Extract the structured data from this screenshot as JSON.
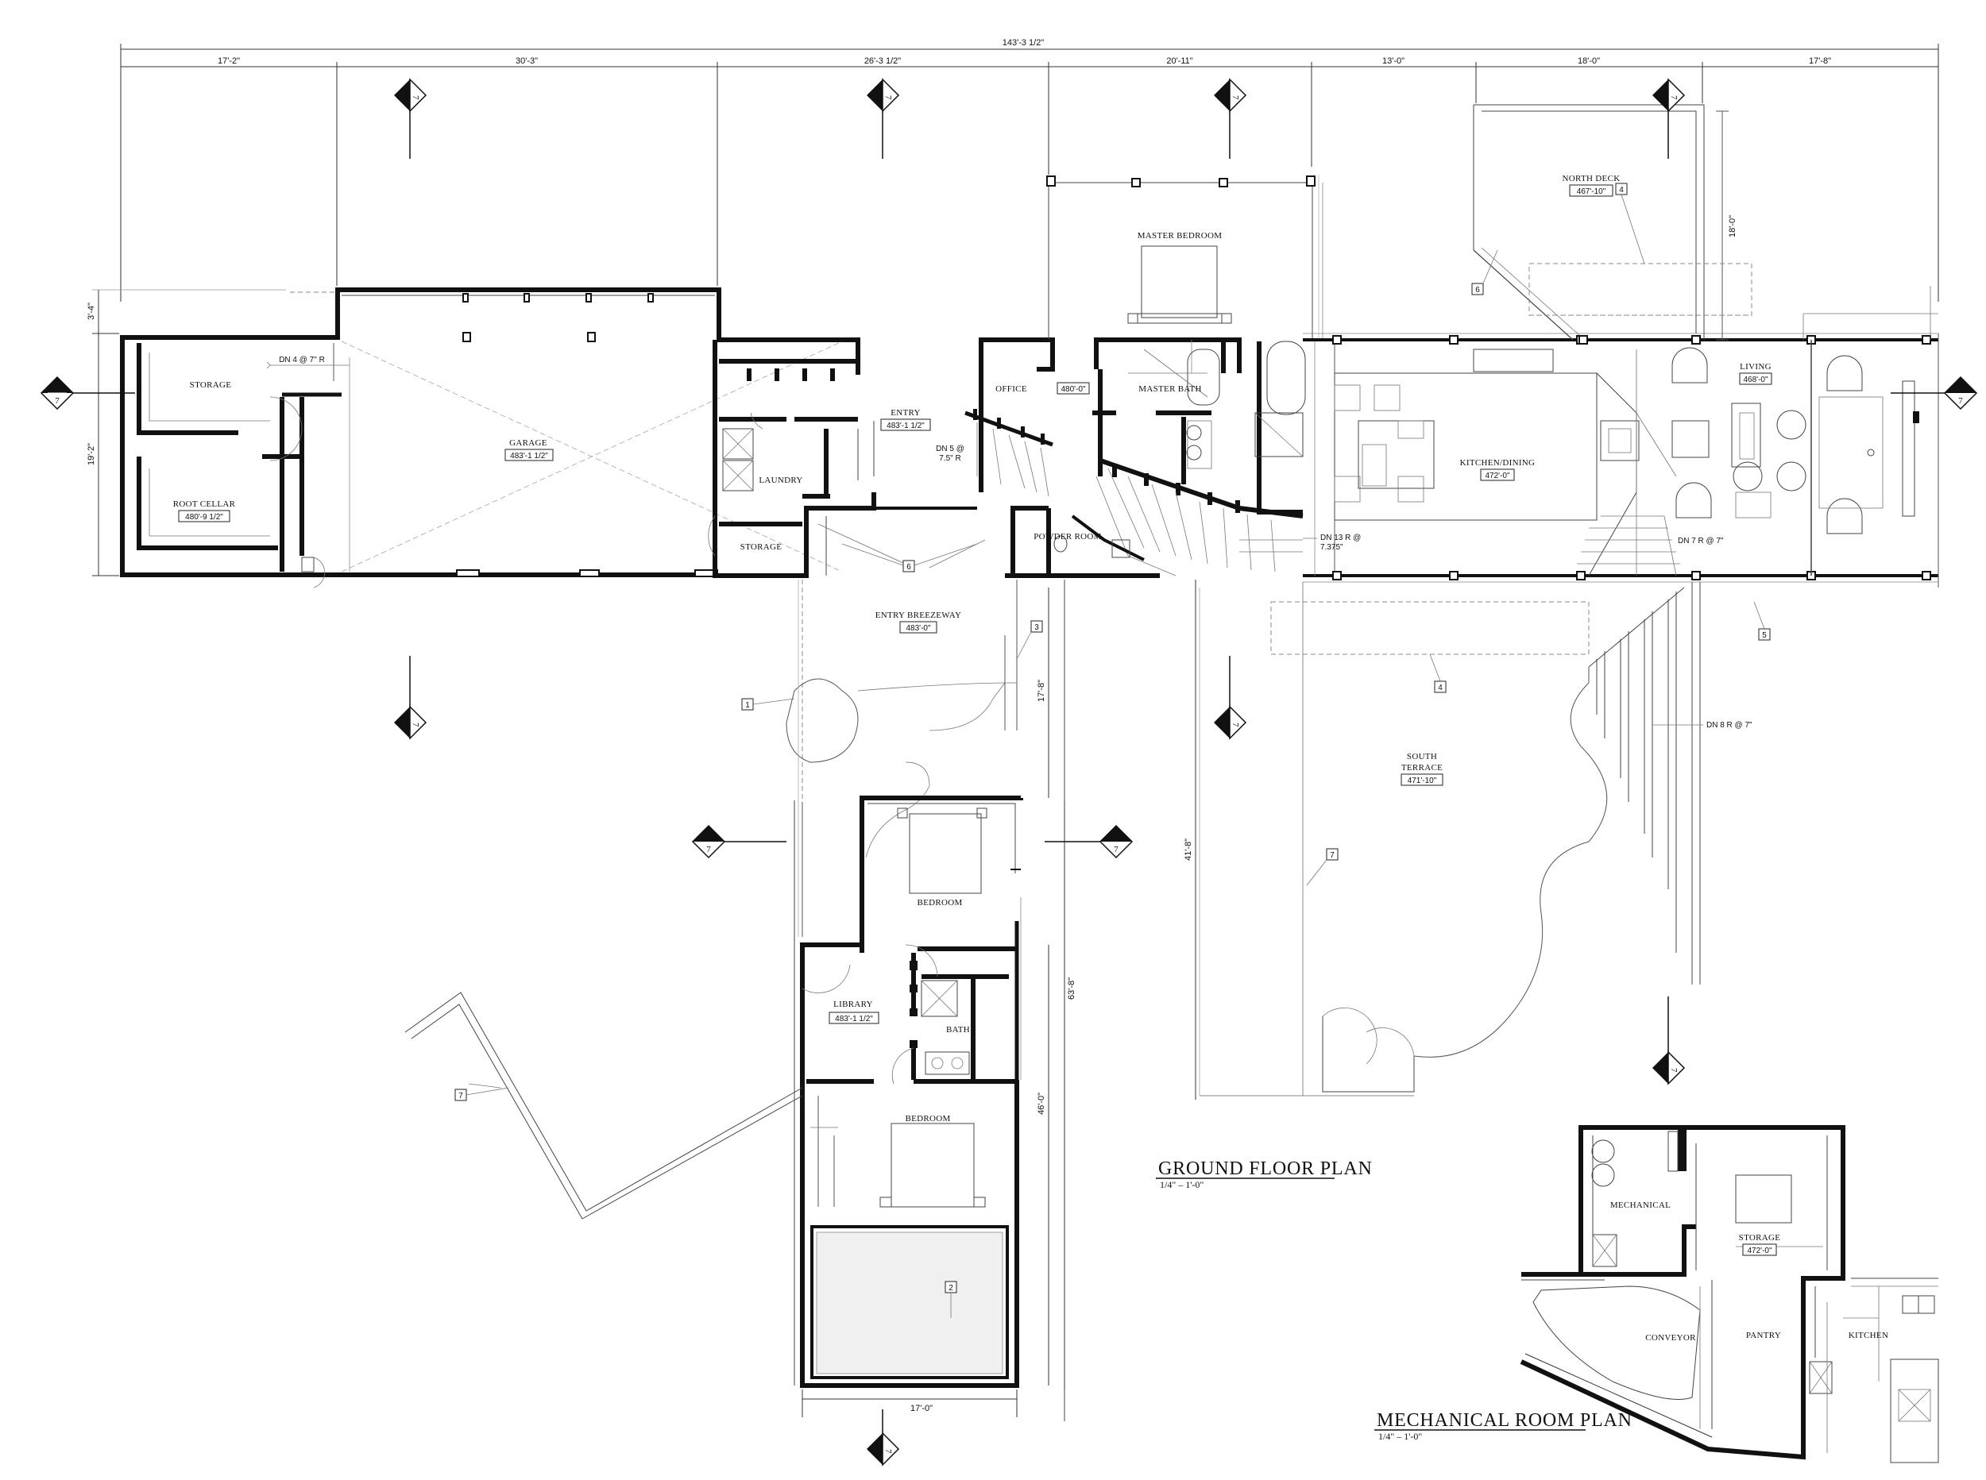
{
  "titles": {
    "ground_floor": "GROUND FLOOR PLAN",
    "ground_floor_scale": "1/4\" – 1'-0\"",
    "mechanical": "MECHANICAL ROOM PLAN",
    "mechanical_scale": "1/4\" – 1'-0\""
  },
  "dimensions": {
    "overall": "143'-3 1/2\"",
    "d1": "17'-2\"",
    "d2": "30'-3\"",
    "d3": "26'-3 1/2\"",
    "d4": "20'-11\"",
    "d5": "13'-0\"",
    "d6": "18'-0\"",
    "d7": "17'-8\"",
    "left_top": "3'-4\"",
    "left_main": "19'-2\"",
    "deck_depth": "18'-0\"",
    "wing_17_8": "17'-8\"",
    "wing_63_8": "63'-8\"",
    "wing_46_0": "46'-0\"",
    "terrace_41_8": "41'-8\"",
    "bottom_17_0": "17'-0\""
  },
  "rooms": {
    "storage": "STORAGE",
    "root_cellar": "ROOT CELLAR",
    "root_cellar_elev": "480'-9 1/2\"",
    "garage": "GARAGE",
    "garage_elev": "483'-1 1/2\"",
    "laundry": "LAUNDRY",
    "storage2": "STORAGE",
    "entry": "ENTRY",
    "entry_elev": "483'-1 1/2\"",
    "office": "OFFICE",
    "office_elev": "480'-0\"",
    "master_bath": "MASTER BATH",
    "master_bedroom": "MASTER BEDROOM",
    "powder_room": "POWDER ROOM",
    "kitchen_dining": "KITCHEN/DINING",
    "kitchen_dining_elev": "472'-0\"",
    "living": "LIVING",
    "living_elev": "468'-0\"",
    "north_deck": "NORTH DECK",
    "north_deck_elev": "467'-10\"",
    "entry_breezeway": "ENTRY BREEZEWAY",
    "entry_breezeway_elev": "483'-0\"",
    "south_terrace_1": "SOUTH",
    "south_terrace_2": "TERRACE",
    "south_terrace_elev": "471'-10\"",
    "bedroom_upper": "BEDROOM",
    "library": "LIBRARY",
    "library_elev": "483'-1 1/2\"",
    "bath": "BATH",
    "bedroom_lower": "BEDROOM",
    "mech_mechanical": "MECHANICAL",
    "mech_storage": "STORAGE",
    "mech_storage_elev": "472'-0\"",
    "mech_conveyor": "CONVEYOR",
    "mech_pantry": "PANTRY",
    "mech_kitchen": "KITCHEN"
  },
  "stair_notes": {
    "dn4": "DN 4 @ 7\" R",
    "dn5_1": "DN 5 @",
    "dn5_2": "7.5\" R",
    "dn13_1": "DN 13 R @",
    "dn13_2": "7.375\"",
    "dn7": "DN 7 R @ 7\"",
    "dn8": "DN 8 R @ 7\""
  },
  "keynotes": [
    "1",
    "2",
    "3",
    "4",
    "5",
    "6",
    "7"
  ],
  "section_markers": {
    "A": "A",
    "B": "B",
    "C": "C",
    "D": "D",
    "E": "E",
    "F": "F",
    "sheet": "7"
  }
}
